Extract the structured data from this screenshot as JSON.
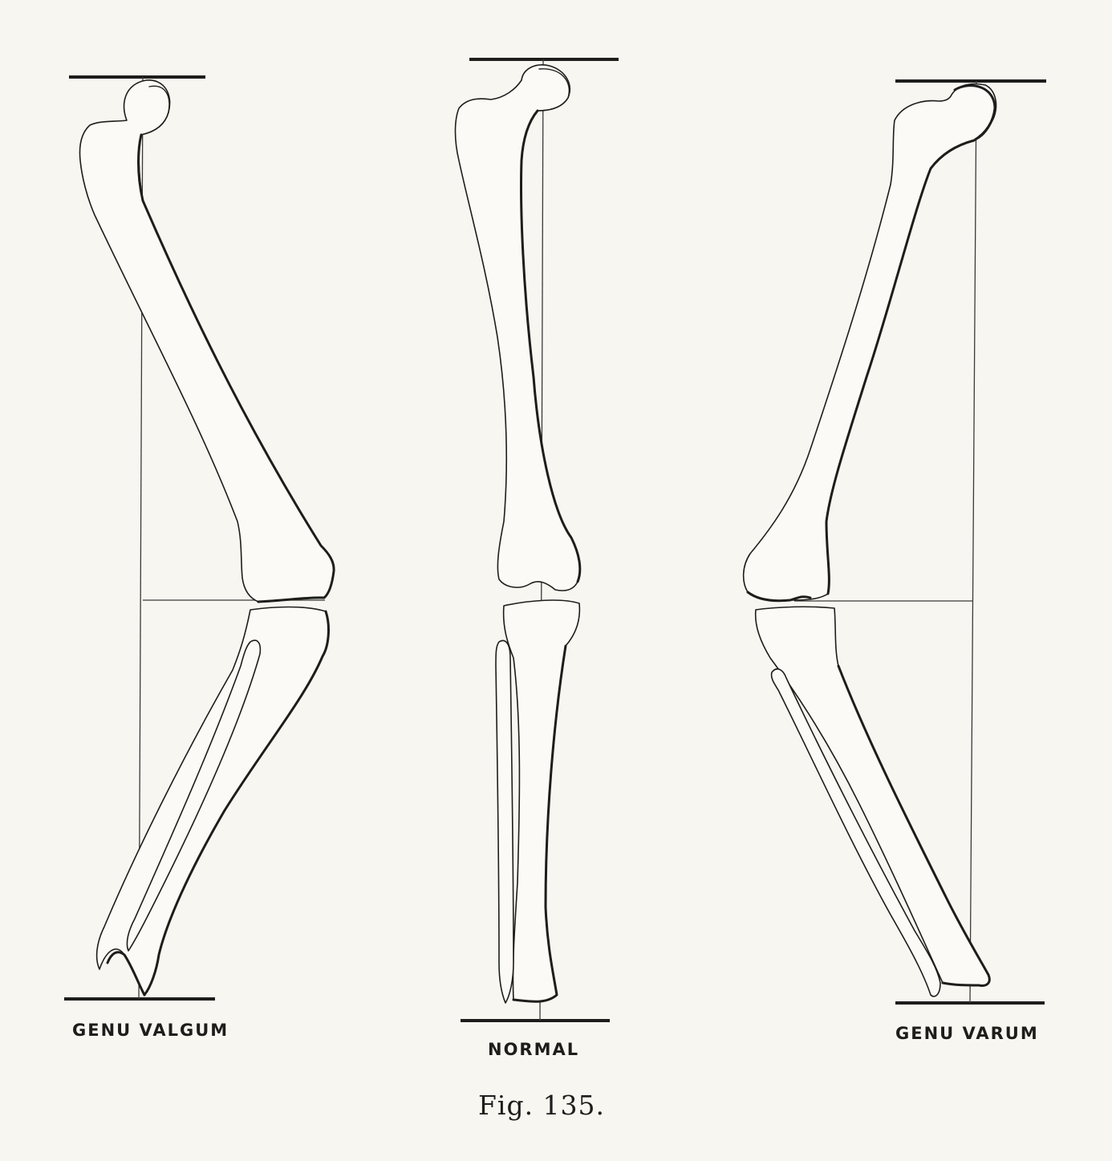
{
  "figures": [
    {
      "id": "valgum",
      "label": "GENU VALGUM"
    },
    {
      "id": "normal",
      "label": "NORMAL"
    },
    {
      "id": "varum",
      "label": "GENU VARUM"
    }
  ],
  "caption": "Fig. 135."
}
